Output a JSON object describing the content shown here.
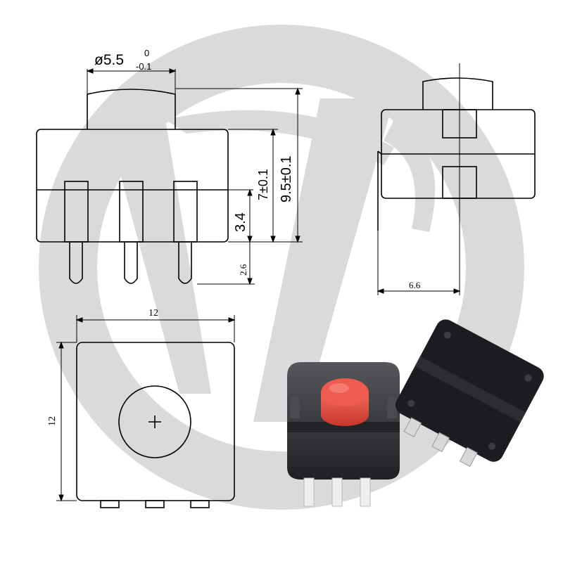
{
  "dims": {
    "diameter": "ø5.5",
    "diameter_tol_upper": "0",
    "diameter_tol_lower": "-0.1",
    "h7": "7±0.1",
    "h95": "9.5±0.1",
    "h34": "3.4",
    "h26": "2.6",
    "w66": "6.6",
    "w12": "12",
    "h12": "12"
  },
  "colors": {
    "watermark": "#b9b9b9",
    "line": "#000000",
    "switch_body": "#2e2f33",
    "cap": "#e24a3f"
  },
  "icons": {
    "watermark": "brand-logo-watermark",
    "center_mark": "crosshair-plus"
  }
}
